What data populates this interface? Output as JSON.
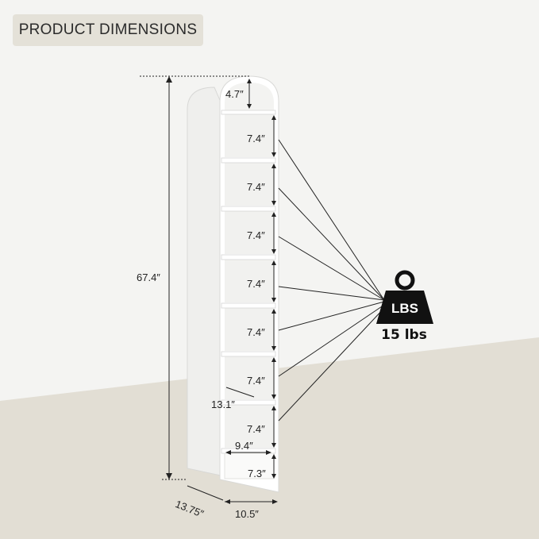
{
  "header": {
    "title": "PRODUCT DIMENSIONS"
  },
  "dimensions": {
    "total_height": "67.4″",
    "top_arch": "4.7″",
    "shelf_gap": "7.4″",
    "bottom_gap": "7.3″",
    "shelf_depth": "13.1″",
    "inner_width": "9.4″",
    "depth": "13.75″",
    "width": "10.5″"
  },
  "weight": {
    "icon_text": "LBS",
    "capacity": "15 lbs"
  },
  "colors": {
    "badge": "#e4e1d8",
    "background": "#f4f4f2",
    "floor": "#e2ded4",
    "cabinet": "#ffffff",
    "ink": "#222222"
  },
  "icons": {
    "weight": "weight-icon"
  }
}
